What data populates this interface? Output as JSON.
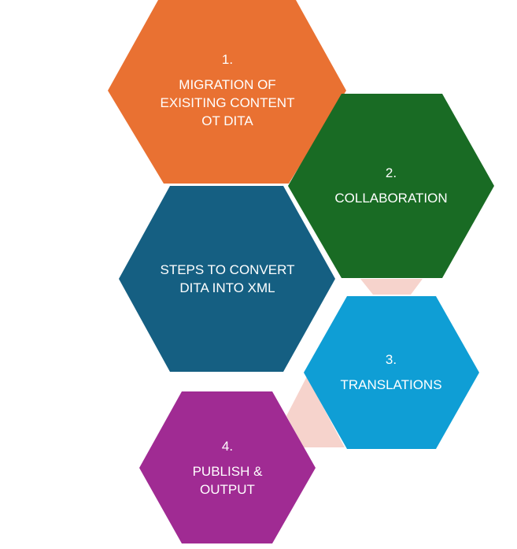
{
  "diagram": {
    "colors": {
      "orange": "#E97132",
      "green": "#196B24",
      "navy": "#155F82",
      "sky": "#0F9ED5",
      "purple": "#A02B93",
      "connector": "#F6D3CC",
      "text": "#FFFFFF"
    },
    "center": {
      "text": "STEPS TO CONVERT\nDITA INTO XML"
    },
    "steps": [
      {
        "number": "1.",
        "text": "MIGRATION OF\nEXISITING CONTENT\nOT DITA"
      },
      {
        "number": "2.",
        "text": "COLLABORATION"
      },
      {
        "number": "3.",
        "text": "TRANSLATIONS"
      },
      {
        "number": "4.",
        "text": "PUBLISH &\nOUTPUT"
      }
    ]
  }
}
